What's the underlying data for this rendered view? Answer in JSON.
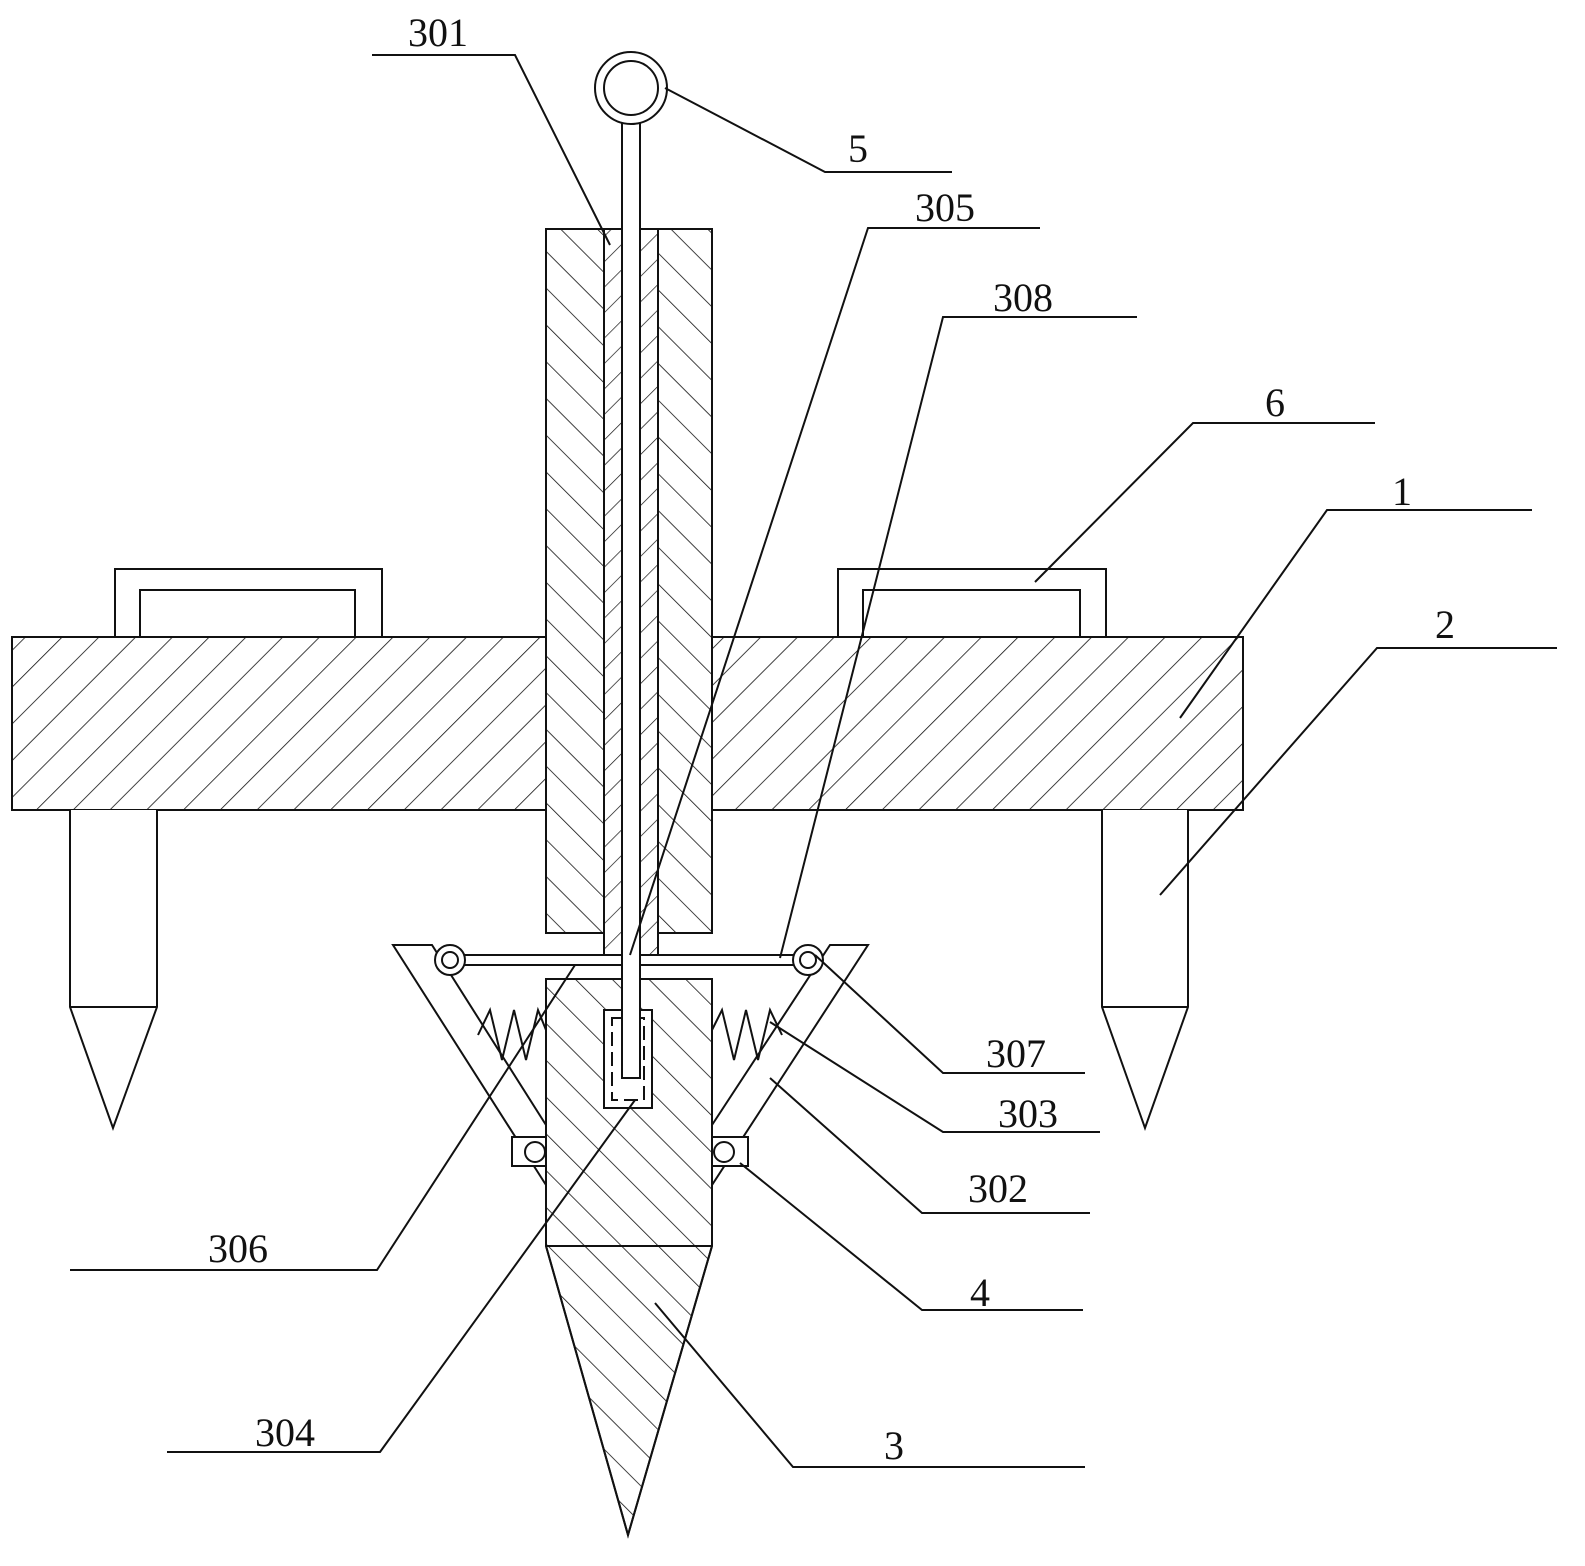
{
  "figure": {
    "labels": {
      "l301": "301",
      "l5": "5",
      "l305": "305",
      "l308": "308",
      "l6": "6",
      "l1": "1",
      "l2": "2",
      "l307": "307",
      "l303": "303",
      "l302": "302",
      "l4": "4",
      "l3": "3",
      "l306": "306",
      "l304": "304"
    },
    "line_color": "#111111"
  }
}
